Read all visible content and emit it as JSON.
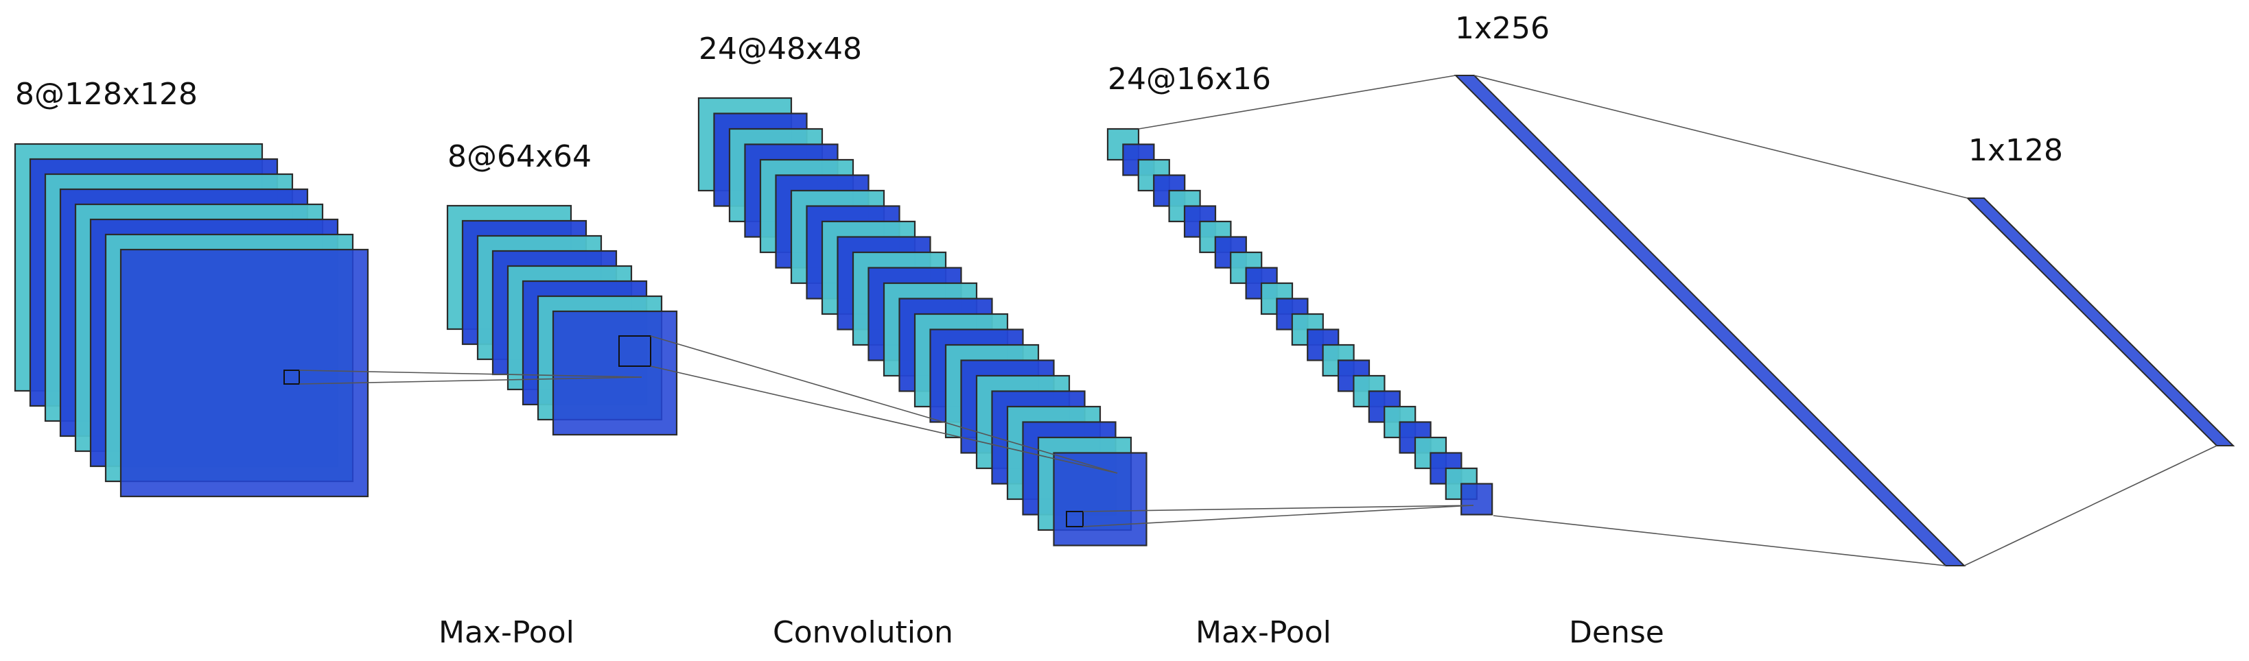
{
  "colors": {
    "cyan": "#4fc3cc",
    "blue": "#2446d6",
    "outline": "#2b2b2b",
    "connector": "#555555",
    "label": "#111111"
  },
  "layers": [
    {
      "id": "layer1",
      "label": "8@128x128",
      "maps": 8
    },
    {
      "id": "layer2",
      "label": "8@64x64",
      "maps": 8
    },
    {
      "id": "layer3",
      "label": "24@48x48",
      "maps": 24
    },
    {
      "id": "layer4",
      "label": "24@16x16",
      "maps": 24
    },
    {
      "id": "layer5",
      "label": "1x256"
    },
    {
      "id": "layer6",
      "label": "1x128"
    }
  ],
  "operations": [
    {
      "id": "op1",
      "label": "Max-Pool"
    },
    {
      "id": "op2",
      "label": "Convolution"
    },
    {
      "id": "op3",
      "label": "Max-Pool"
    },
    {
      "id": "op4",
      "label": "Dense"
    }
  ]
}
